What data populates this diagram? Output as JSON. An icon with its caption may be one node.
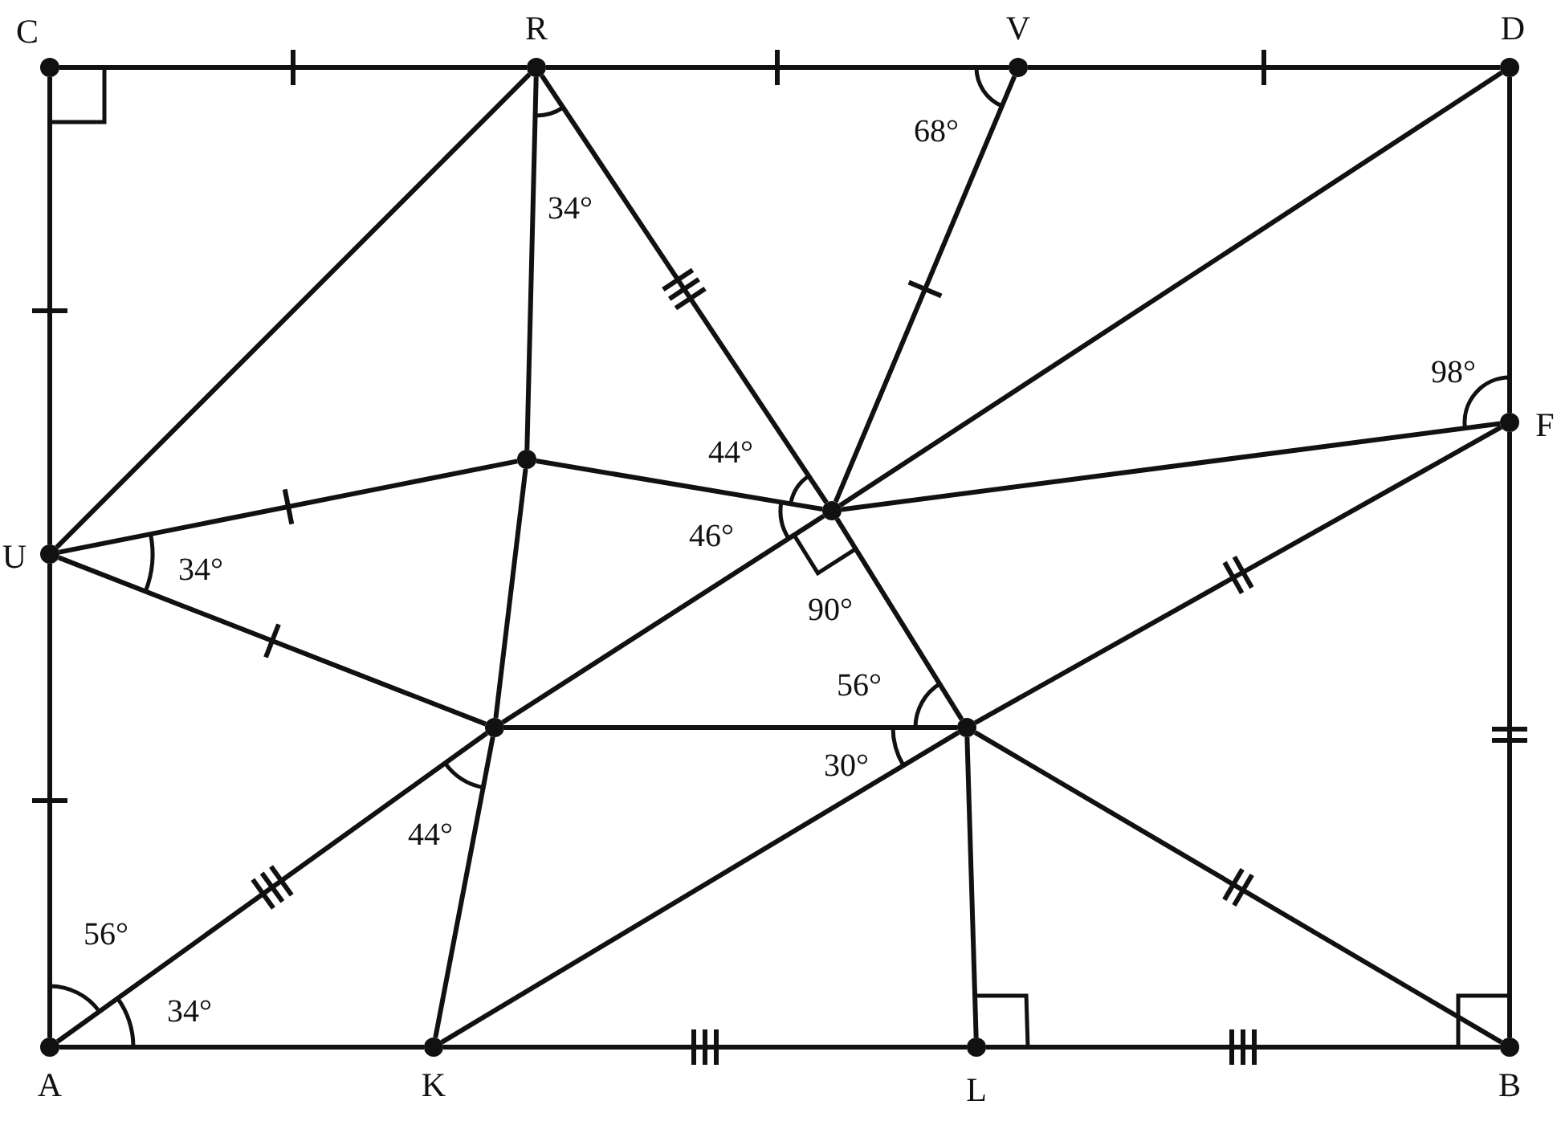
{
  "diagram": {
    "nodes": [
      {
        "text": [
          "C"
        ]
      },
      {
        "text": [
          "R"
        ]
      },
      {
        "text": [
          "V"
        ]
      },
      {
        "text": [
          "D"
        ]
      },
      {
        "text": [
          "F"
        ]
      },
      {
        "text": [],
        "shape": "circle"
      },
      {
        "text": [],
        "shape": "circle"
      },
      {
        "text": [
          "U"
        ]
      },
      {
        "text": [],
        "shape": "circle"
      },
      {
        "text": [],
        "shape": "circle"
      },
      {
        "text": [
          "A"
        ]
      },
      {
        "text": [
          "K"
        ]
      },
      {
        "text": [
          "L"
        ]
      },
      {
        "text": [
          "B"
        ]
      }
    ],
    "edges": [
      {
        "from": 0,
        "to": 1,
        "arrow": "none"
      },
      {
        "from": 1,
        "to": 2,
        "arrow": "none"
      },
      {
        "from": 2,
        "to": 3,
        "arrow": "none"
      },
      {
        "from": 3,
        "to": 4,
        "arrow": "none"
      },
      {
        "from": 4,
        "to": 13,
        "arrow": "none"
      },
      {
        "from": 13,
        "to": 12,
        "arrow": "none"
      },
      {
        "from": 12,
        "to": 11,
        "arrow": "none"
      },
      {
        "from": 11,
        "to": 10,
        "arrow": "none"
      },
      {
        "from": 10,
        "to": 7,
        "arrow": "none"
      },
      {
        "from": 7,
        "to": 0,
        "arrow": "none"
      },
      {
        "from": 7,
        "to": 1,
        "arrow": "none"
      },
      {
        "from": 1,
        "to": 5,
        "arrow": "none"
      },
      {
        "from": 5,
        "to": 8,
        "arrow": "none"
      },
      {
        "from": 8,
        "to": 11,
        "arrow": "none"
      },
      {
        "from": 1,
        "to": 6,
        "arrow": "none"
      },
      {
        "from": 6,
        "to": 9,
        "arrow": "none"
      },
      {
        "from": 2,
        "to": 6,
        "arrow": "none"
      },
      {
        "from": 3,
        "to": 6,
        "arrow": "none"
      },
      {
        "from": 6,
        "to": 8,
        "arrow": "none"
      },
      {
        "from": 8,
        "to": 10,
        "arrow": "none"
      },
      {
        "from": 4,
        "to": 6,
        "arrow": "none"
      },
      {
        "from": 7,
        "to": 5,
        "arrow": "none"
      },
      {
        "from": 5,
        "to": 6,
        "arrow": "none"
      },
      {
        "from": 7,
        "to": 8,
        "arrow": "none"
      },
      {
        "from": 8,
        "to": 9,
        "arrow": "none"
      },
      {
        "from": 11,
        "to": 9,
        "arrow": "none"
      },
      {
        "from": 9,
        "to": 4,
        "arrow": "none"
      },
      {
        "from": 9,
        "to": 12,
        "arrow": "none"
      },
      {
        "from": 9,
        "to": 13,
        "arrow": "none"
      }
    ],
    "labels": [
      "68°",
      "34°",
      "98°",
      "44°",
      "46°",
      "34°",
      "90°",
      "56°",
      "30°",
      "44°",
      "56°",
      "34°"
    ]
  }
}
